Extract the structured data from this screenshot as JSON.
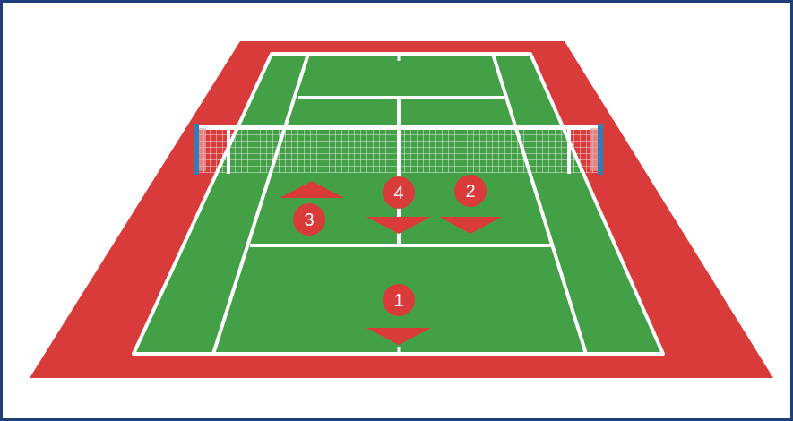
{
  "colors": {
    "frame": "#1f3f7a",
    "surround": "#d93a3a",
    "court": "#43a047",
    "lines": "#ffffff",
    "marker": "#d93a3a",
    "net_post": "#2c7fb8"
  },
  "markers": [
    {
      "label": "1",
      "arrow": "down"
    },
    {
      "label": "2",
      "arrow": "down"
    },
    {
      "label": "3",
      "arrow": "up"
    },
    {
      "label": "4",
      "arrow": "down"
    }
  ]
}
